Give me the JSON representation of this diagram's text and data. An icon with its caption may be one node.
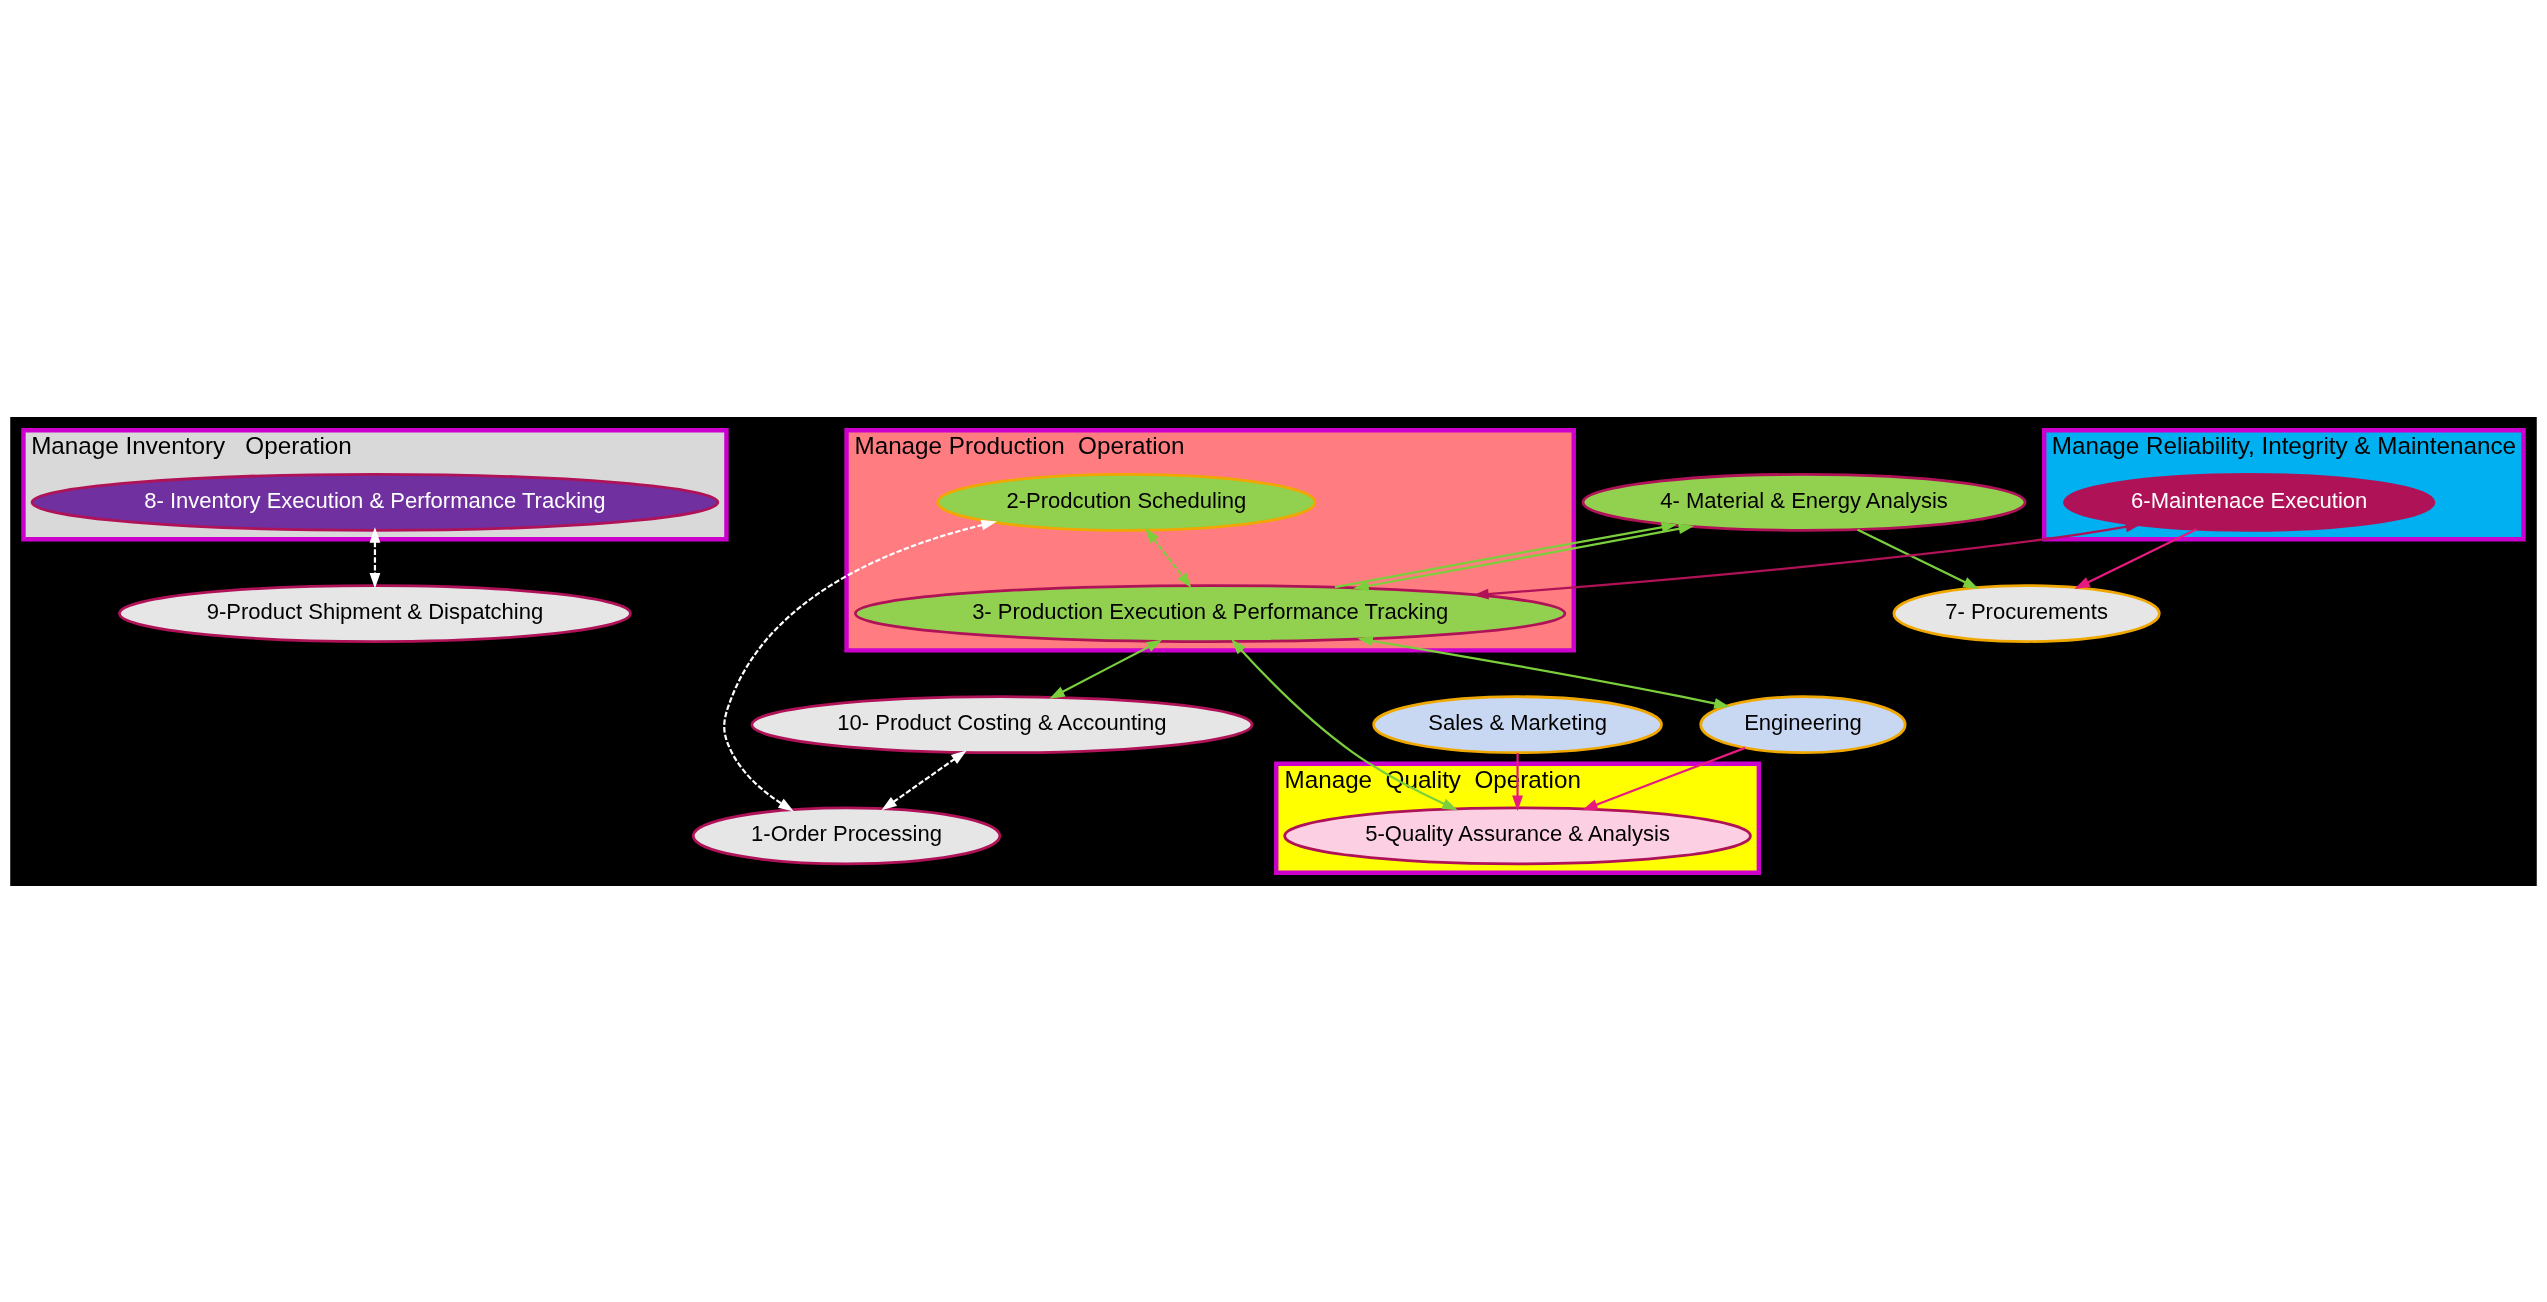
{
  "diagram": {
    "nodes": [
      {
        "text": [
          "9-Product Shipment & Dispatching"
        ]
      },
      {
        "text": [
          "10- Product Costing & Accounting"
        ]
      },
      {
        "text": [
          "1-Order Processing"
        ]
      },
      {
        "text": [
          "Sales & Marketing"
        ]
      },
      {
        "text": [
          "Engineering"
        ]
      },
      {
        "text": [
          "Manage Inventory   Operation"
        ]
      },
      {
        "text": [
          "8- Inventory Execution & Performance Tracking"
        ],
        "in": 5
      },
      {
        "text": [
          "Manage Production  Operation"
        ]
      },
      {
        "text": [
          "2-Prodcution Scheduling"
        ],
        "in": 7
      },
      {
        "text": [
          "3- Production Execution & Performance Tracking"
        ],
        "in": 7
      },
      {
        "text": [
          "4- Material & Energy Analysis"
        ]
      },
      {
        "text": [
          "Manage  Quality  Operation"
        ]
      },
      {
        "text": [
          "5-Quality Assurance & Analysis"
        ],
        "in": 11
      },
      {
        "text": [
          "7- Procurements"
        ]
      },
      {
        "text": [
          "Manage Reliability, Integrity & Maintenance"
        ]
      },
      {
        "text": [
          "6-Maintenace Execution"
        ],
        "in": 14
      }
    ],
    "edges": [
      {
        "from": 6,
        "to": 0,
        "arrow": "both",
        "style": "dashed",
        "color": "#ffffff"
      },
      {
        "from": 1,
        "to": 2,
        "arrow": "both",
        "style": "dashed",
        "color": "#ffffff"
      },
      {
        "from": 8,
        "to": 2,
        "arrow": "both",
        "style": "dashed",
        "color": "#ffffff"
      },
      {
        "from": 9,
        "to": 1,
        "arrow": "both"
      },
      {
        "from": 9,
        "to": 4,
        "arrow": "both"
      },
      {
        "from": 8,
        "to": 9,
        "arrow": "both",
        "style": "dashed"
      },
      {
        "from": 9,
        "to": 12,
        "arrow": "both"
      },
      {
        "from": 10,
        "to": 9,
        "arrow": "both"
      },
      {
        "from": 9,
        "to": 10,
        "arrow": "to"
      },
      {
        "from": 10,
        "to": 13,
        "arrow": "to"
      },
      {
        "from": 15,
        "to": 9,
        "arrow": "both",
        "color": "#b01257"
      },
      {
        "from": 15,
        "to": 13,
        "arrow": "to",
        "color": "#e8197f"
      },
      {
        "from": 3,
        "to": 12,
        "arrow": "to",
        "color": "#e8197f"
      },
      {
        "from": 4,
        "to": 12,
        "arrow": "to",
        "color": "#e8197f"
      }
    ]
  }
}
